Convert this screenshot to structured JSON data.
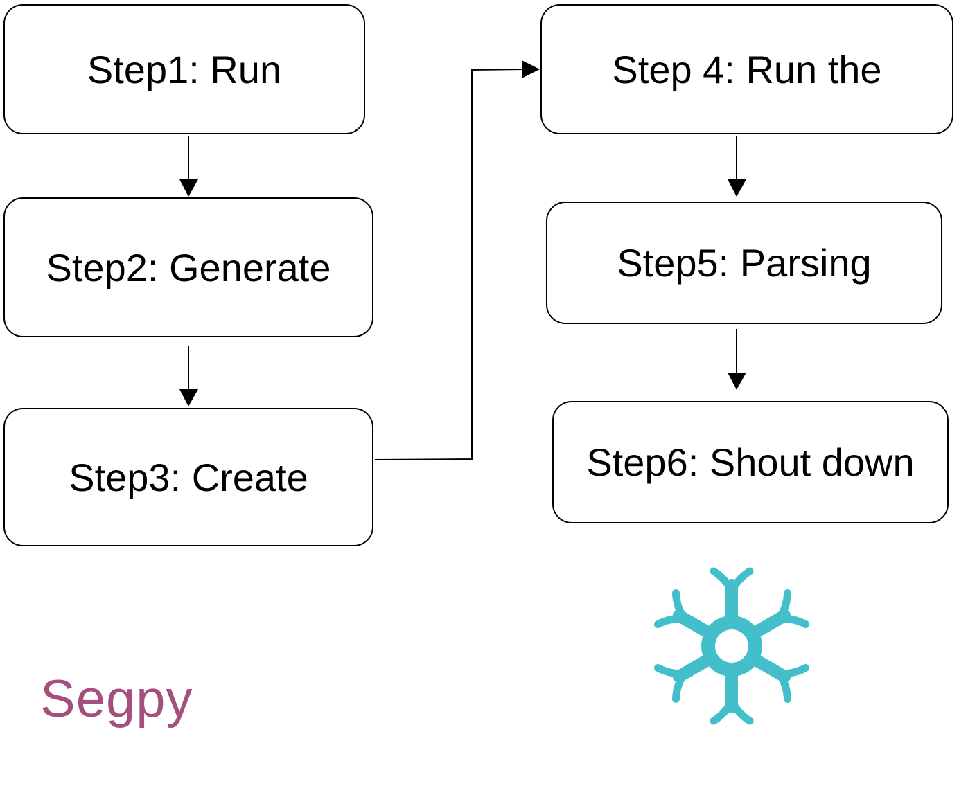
{
  "steps": [
    {
      "label": "Step1:",
      "text": "Run"
    },
    {
      "label": "Step2:",
      "text": "Generate"
    },
    {
      "label": "Step3:",
      "text": "Create"
    },
    {
      "label": "Step 4:",
      "text": "Run the"
    },
    {
      "label": "Step5:",
      "text": "Parsing"
    },
    {
      "label": "Step6:",
      "text": "Shout down"
    }
  ],
  "logos": {
    "segpy": "Segpy",
    "snowflake_icon": "snowflake-icon"
  },
  "colors": {
    "box_border": "#000000",
    "arrow": "#000000",
    "segpy": "#a3507f",
    "snowflake": "#43bfcc"
  }
}
